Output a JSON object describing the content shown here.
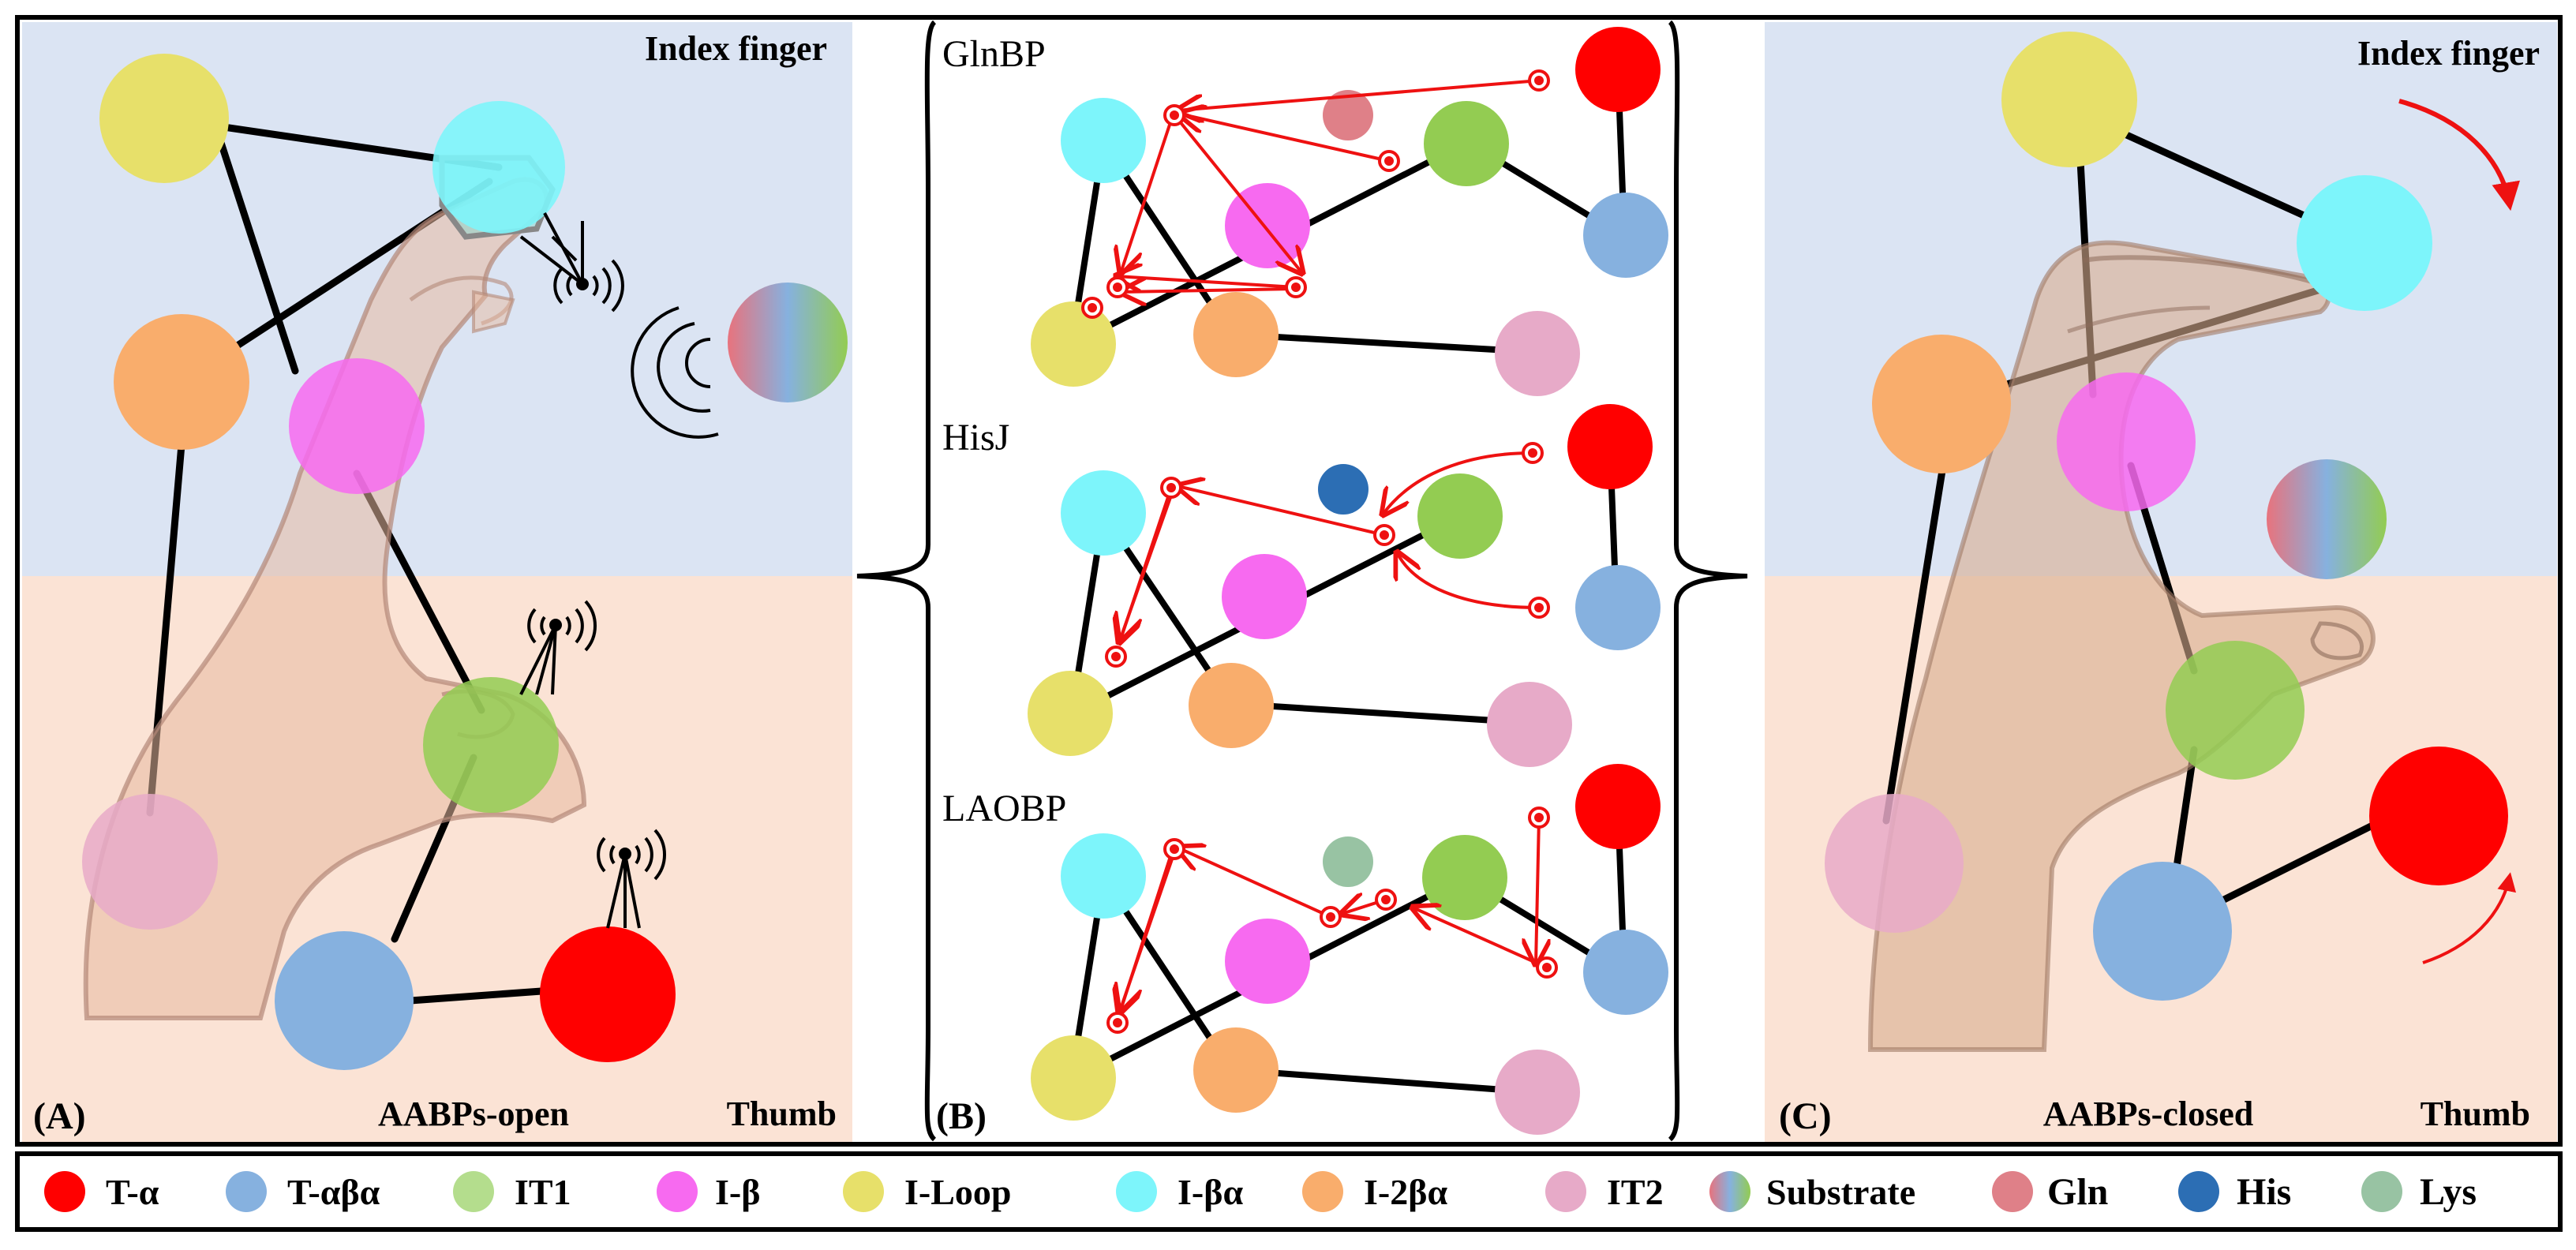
{
  "panelA": {
    "label": "(A)",
    "top_right": "Index finger",
    "caption": "AABPs-open",
    "bottom_right": "Thumb"
  },
  "panelB": {
    "label": "(B)",
    "rows": [
      "GlnBP",
      "HisJ",
      "LAOBP"
    ]
  },
  "panelC": {
    "label": "(C)",
    "top_right": "Index finger",
    "caption": "AABPs-closed",
    "bottom_right": "Thumb"
  },
  "colors": {
    "T_alpha": "#ff0000",
    "T_abа": "#86b1df",
    "IT1": "#93cc52",
    "I_beta": "#f76af0",
    "I_loop": "#e7e06a",
    "I_ba": "#7df5fb",
    "I_2ba": "#f9ad6c",
    "IT2": "#e7aac8",
    "Gln": "#df8088",
    "His": "#2c6eb4",
    "Lys": "#98c3a3",
    "sky": "#dbe4f3",
    "peach": "#fbe3d5",
    "arrow": "#ee1111"
  },
  "legend": [
    {
      "label": "T-α",
      "icon": "red-circle"
    },
    {
      "label": "T-αβα",
      "icon": "blue-circle"
    },
    {
      "label": "IT1",
      "icon": "green-circle"
    },
    {
      "label": "I-β",
      "icon": "magenta-circle"
    },
    {
      "label": "I-Loop",
      "icon": "yellow-circle"
    },
    {
      "label": "I-βα",
      "icon": "cyan-circle"
    },
    {
      "label": "I-2βα",
      "icon": "orange-circle"
    },
    {
      "label": "IT2",
      "icon": "pink-circle"
    },
    {
      "label": "Substrate",
      "icon": "gradient-circle"
    },
    {
      "label": "Gln",
      "icon": "rose-circle"
    },
    {
      "label": "His",
      "icon": "darkblue-circle"
    },
    {
      "label": "Lys",
      "icon": "sage-circle"
    }
  ]
}
